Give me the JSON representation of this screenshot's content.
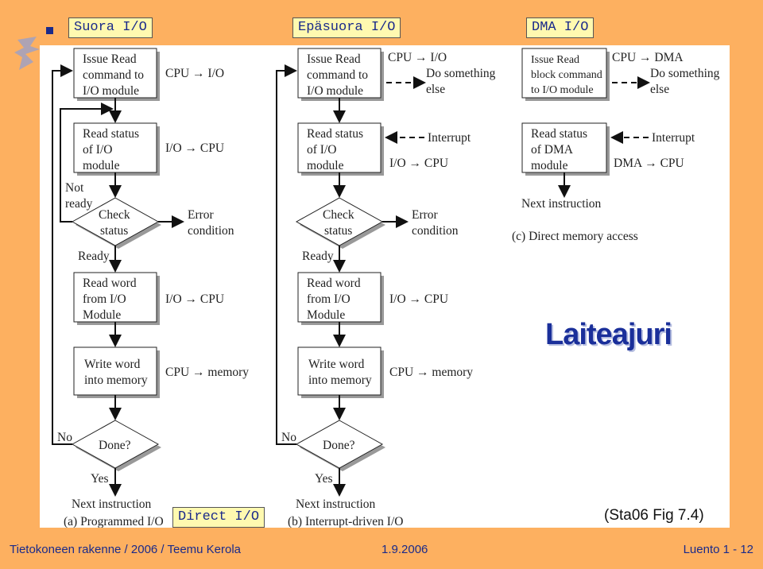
{
  "tabs": {
    "programmed": "Suora I/O",
    "interrupt": "Epäsuora I/O",
    "dma": "DMA I/O"
  },
  "direct_label": "Direct I/O",
  "title": "Laiteajuri",
  "reference": "(Sta06 Fig 7.4)",
  "footer": {
    "course": "Tietokoneen rakenne / 2006 / Teemu Kerola",
    "date": "1.9.2006",
    "page": "Luento 1 - 12"
  },
  "diagram": {
    "a": {
      "box1": [
        "Issue Read",
        "command to",
        "I/O module"
      ],
      "box1_note": "CPU → I/O",
      "box2": [
        "Read status",
        "of I/O",
        "module"
      ],
      "box2_note": "I/O → CPU",
      "not_ready": [
        "Not",
        "ready"
      ],
      "check": [
        "Check",
        "status"
      ],
      "error": [
        "Error",
        "condition"
      ],
      "ready": "Ready",
      "box3": [
        "Read word",
        "from I/O",
        "Module"
      ],
      "box3_note": "I/O → CPU",
      "box4": [
        "Write word",
        "into memory"
      ],
      "box4_note": "CPU → memory",
      "no": "No",
      "done": "Done?",
      "yes": "Yes",
      "next": "Next instruction",
      "caption": "(a) Programmed I/O"
    },
    "b": {
      "box1": [
        "Issue Read",
        "command to",
        "I/O module"
      ],
      "box1_note": "CPU → I/O",
      "box1_aside": [
        "Do something",
        "else"
      ],
      "box2": [
        "Read status",
        "of I/O",
        "module"
      ],
      "interrupt": "Interrupt",
      "box2_note": "I/O → CPU",
      "check": [
        "Check",
        "status"
      ],
      "error": [
        "Error",
        "condition"
      ],
      "ready": "Ready",
      "box3": [
        "Read word",
        "from I/O",
        "Module"
      ],
      "box3_note": "I/O → CPU",
      "box4": [
        "Write word",
        "into memory"
      ],
      "box4_note": "CPU → memory",
      "no": "No",
      "done": "Done?",
      "yes": "Yes",
      "next": "Next instruction",
      "caption": "(b) Interrupt-driven I/O"
    },
    "c": {
      "box1": [
        "Issue Read",
        "block command",
        "to I/O module"
      ],
      "box1_note": "CPU → DMA",
      "box1_aside": [
        "Do something",
        "else"
      ],
      "box2": [
        "Read status",
        "of DMA",
        "module"
      ],
      "interrupt": "Interrupt",
      "box2_note": "DMA → CPU",
      "next": "Next instruction",
      "caption": "(c) Direct memory access"
    }
  }
}
